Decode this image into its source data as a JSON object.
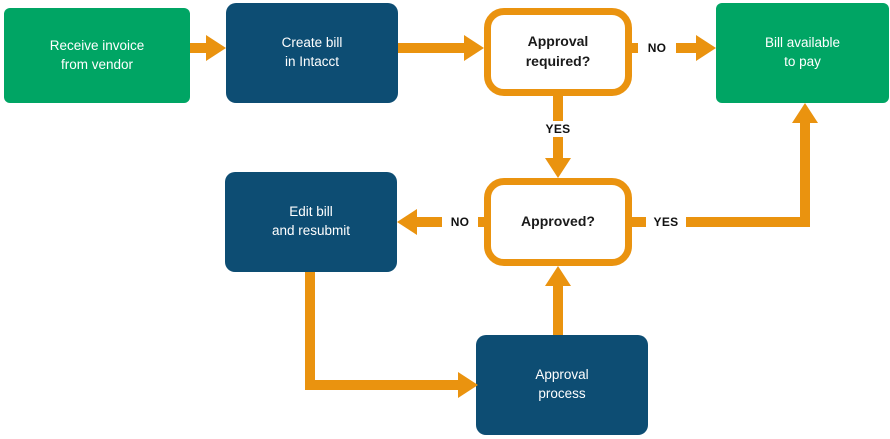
{
  "colors": {
    "green": "#00a564",
    "navy": "#0d4d73",
    "orange": "#ea930f",
    "label": "#111111",
    "bg": "#ffffff"
  },
  "nodes": {
    "receive_invoice": "Receive invoice\nfrom vendor",
    "create_bill": "Create bill\nin Intacct",
    "approval_required": "Approval\nrequired?",
    "bill_available": "Bill available\nto pay",
    "approved": "Approved?",
    "edit_bill": "Edit bill\nand resubmit",
    "approval_process": "Approval\nprocess"
  },
  "edge_labels": {
    "approval_required_no": "NO",
    "approval_required_yes": "YES",
    "approved_no": "NO",
    "approved_yes": "YES"
  }
}
